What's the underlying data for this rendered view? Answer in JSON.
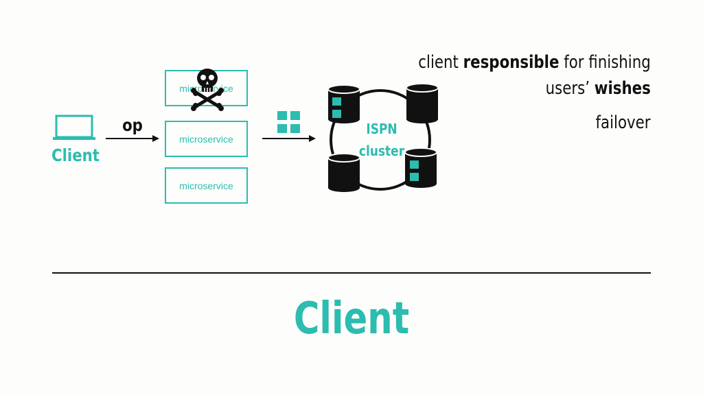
{
  "client_label": "Client",
  "op_label": "op",
  "microservices": [
    "microservice",
    "microservice",
    "microservice"
  ],
  "cluster_label_line1": "ISPN",
  "cluster_label_line2": "cluster",
  "notes": {
    "line1_prefix": "client ",
    "line1_bold": "responsible",
    "line1_suffix": " for finishing",
    "line2_prefix": "users’ ",
    "line2_bold": "wishes",
    "failover": "failover"
  },
  "bottom_title": "Client",
  "colors": {
    "accent": "#2cbcb0",
    "ink": "#111111",
    "background": "#fdfdfb"
  },
  "icons": [
    "laptop-icon",
    "skull-crossbones-icon",
    "data-blocks-icon",
    "database-icon"
  ]
}
